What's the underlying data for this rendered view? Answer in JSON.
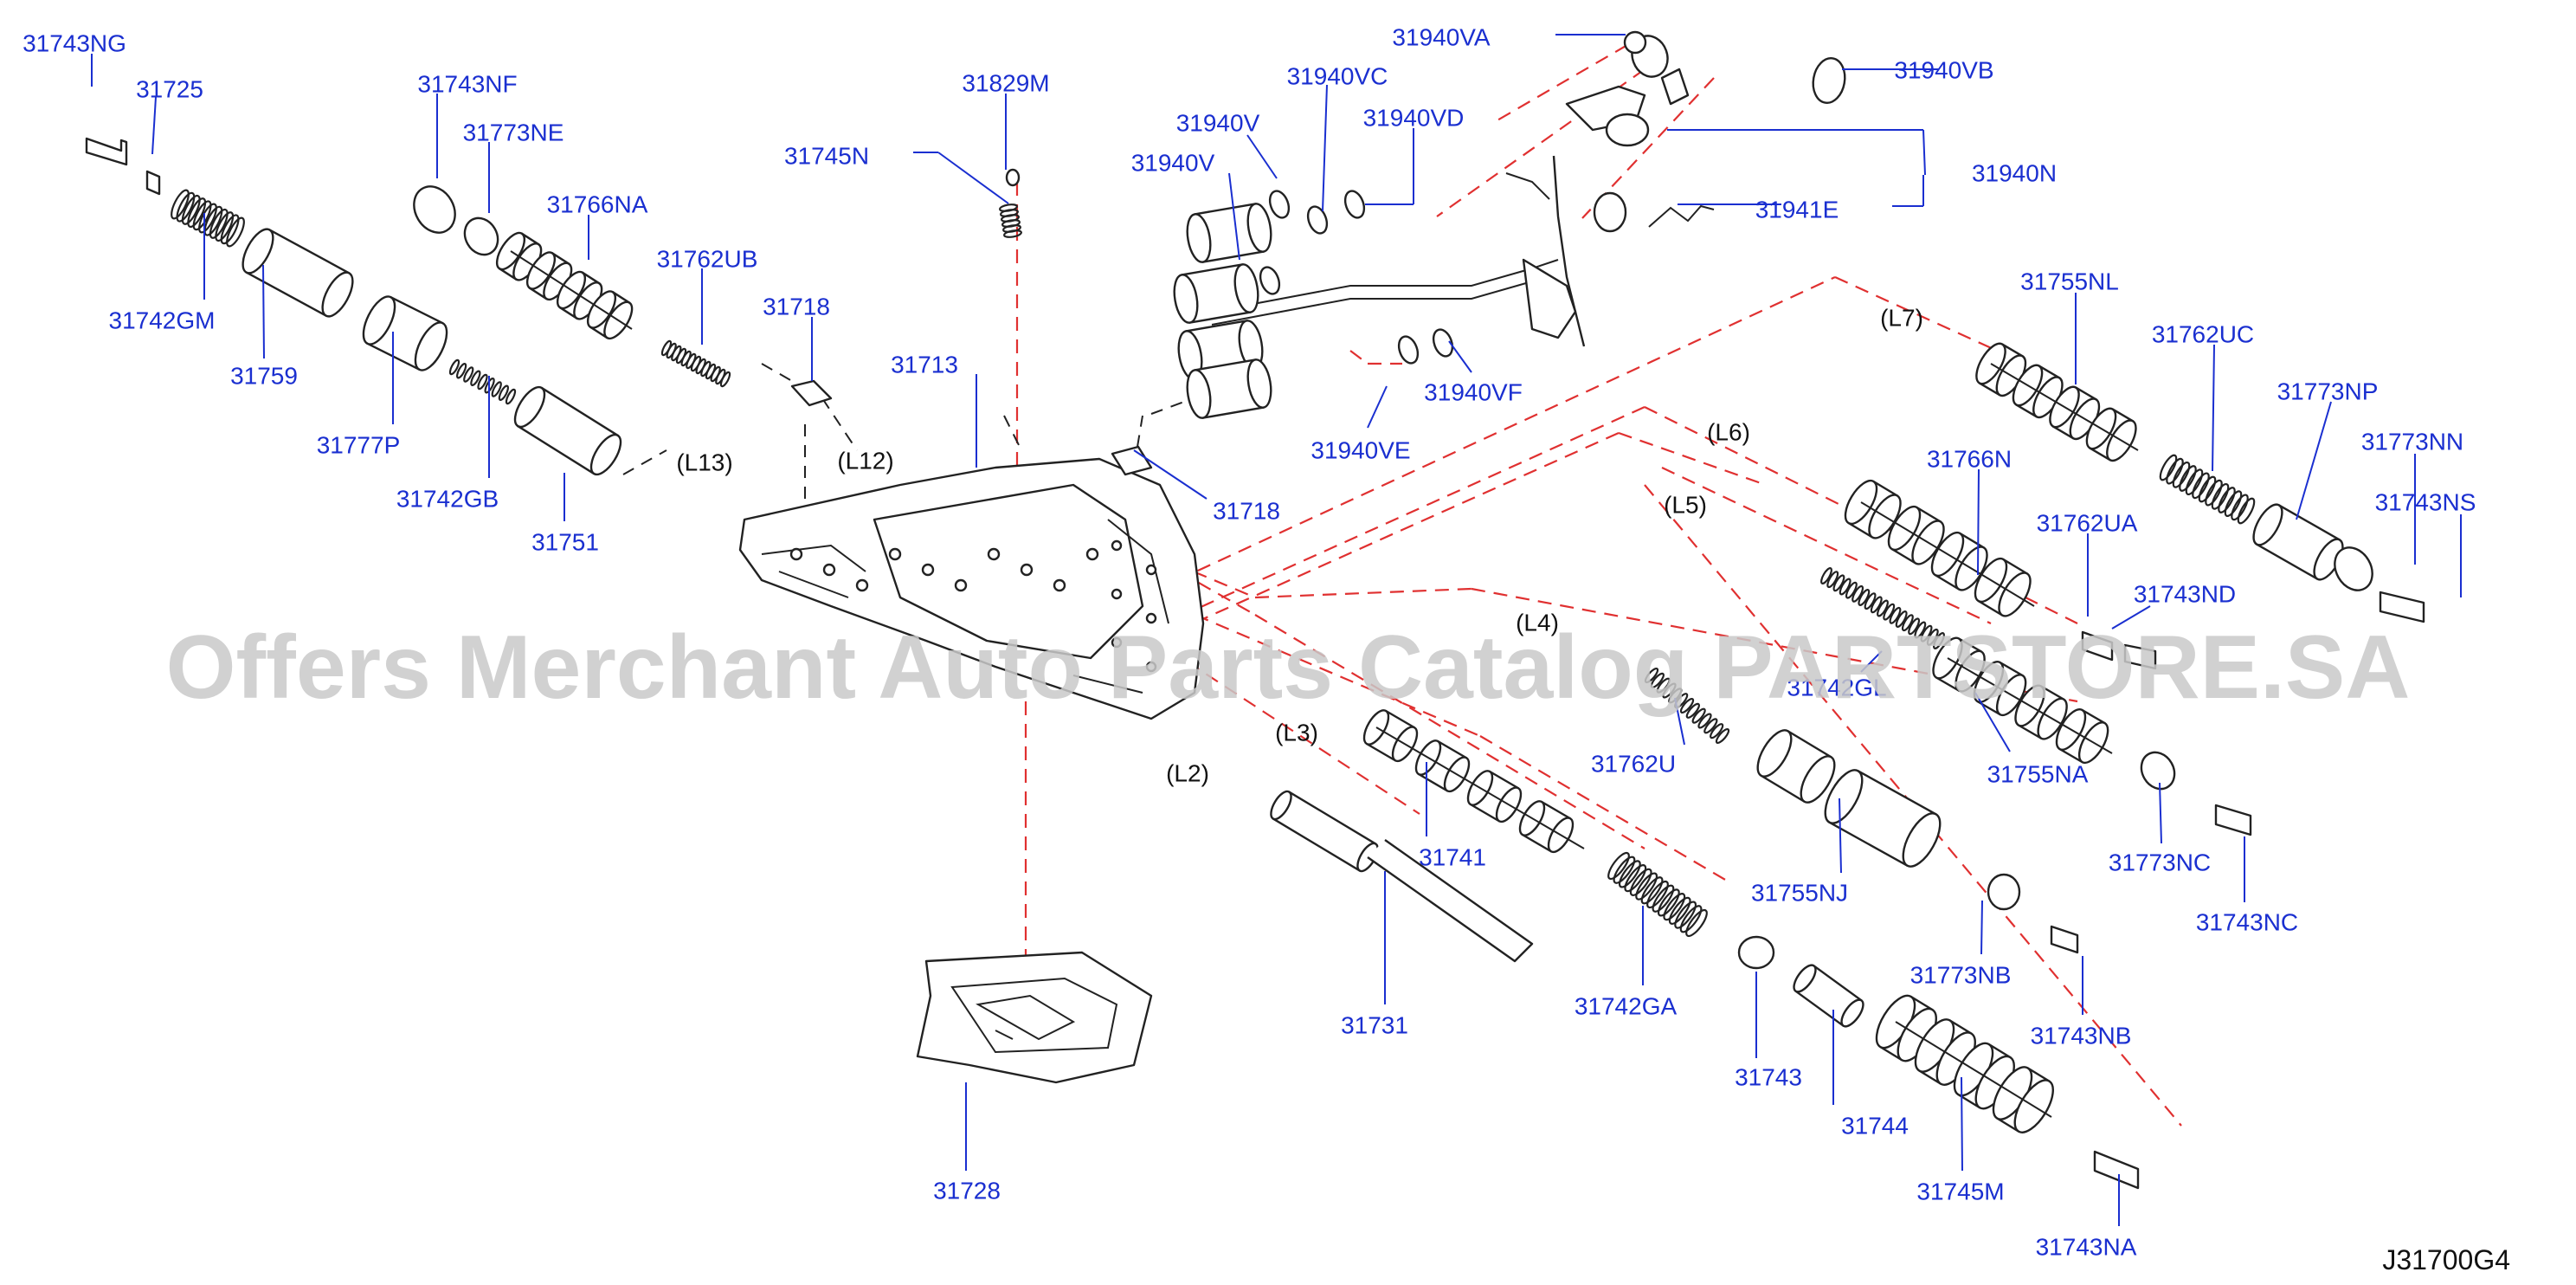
{
  "diagram_code": "J31700G4",
  "watermark": "Offers Merchant Auto Parts Catalog PARTSTORE.SA",
  "colors": {
    "label": "#1a2fd0",
    "pathline": "#e03030",
    "ink": "#222222"
  },
  "part_labels": [
    "31743NG",
    "31725",
    "31742GM",
    "31759",
    "31743NF",
    "31773NE",
    "31766NA",
    "31762UB",
    "31777P",
    "31742GB",
    "31751",
    "31718",
    "31713",
    "31718",
    "31745N",
    "31829M",
    "31940VA",
    "31940VB",
    "31940VC",
    "31940VD",
    "31940V",
    "31940V",
    "31940N",
    "31941E",
    "31940VF",
    "31940VE",
    "31755NL",
    "31762UC",
    "31773NP",
    "31773NN",
    "31743NS",
    "31766N",
    "31762UA",
    "31743ND",
    "31742GL",
    "31755NA",
    "31773NC",
    "31743NC",
    "31762U",
    "31741",
    "31755NJ",
    "31773NB",
    "31743NB",
    "31731",
    "31742GA",
    "31743",
    "31744",
    "31745M",
    "31743NA",
    "31728"
  ],
  "line_labels": [
    "(L13)",
    "(L12)",
    "(L7)",
    "(L6)",
    "(L5)",
    "(L4)",
    "(L3)",
    "(L2)"
  ]
}
